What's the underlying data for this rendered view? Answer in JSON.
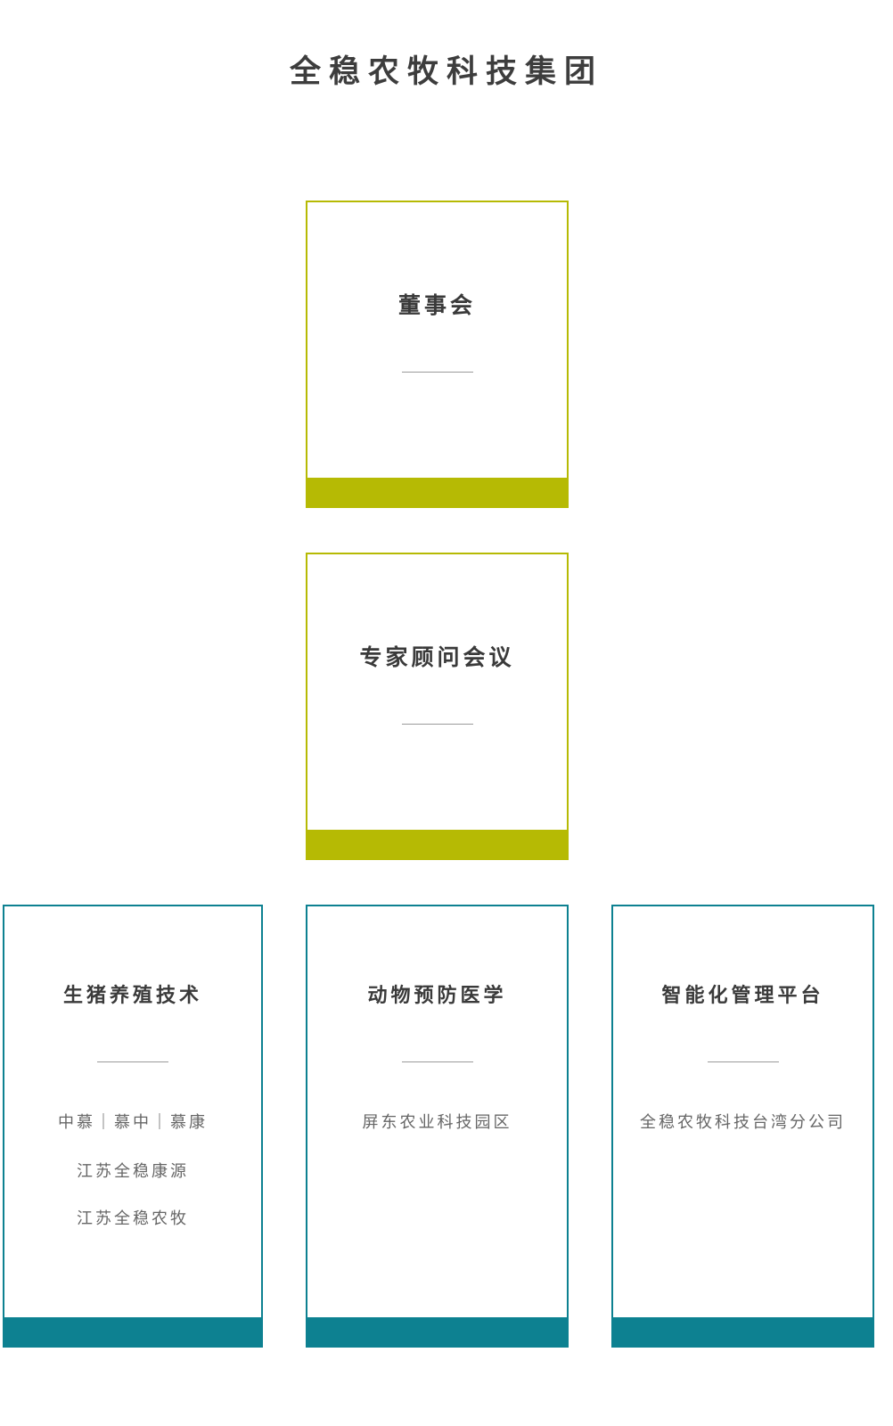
{
  "page": {
    "title": "全稳农牧科技集团"
  },
  "colors": {
    "olive_accent": "#b6ba04",
    "teal_accent": "#0d8191",
    "divider_gray": "#9a9a9a",
    "title_text": "#3d3d3d",
    "item_text": "#666666"
  },
  "org": {
    "board": {
      "title": "董事会"
    },
    "advisory": {
      "title": "专家顾问会议"
    },
    "divisions": [
      {
        "title": "生猪养殖技术",
        "items": [
          "中慕｜慕中｜慕康",
          "江苏全稳康源",
          "江苏全稳农牧"
        ]
      },
      {
        "title": "动物预防医学",
        "items": [
          "屏东农业科技园区"
        ]
      },
      {
        "title": "智能化管理平台",
        "items": [
          "全稳农牧科技台湾分公司"
        ]
      }
    ]
  }
}
